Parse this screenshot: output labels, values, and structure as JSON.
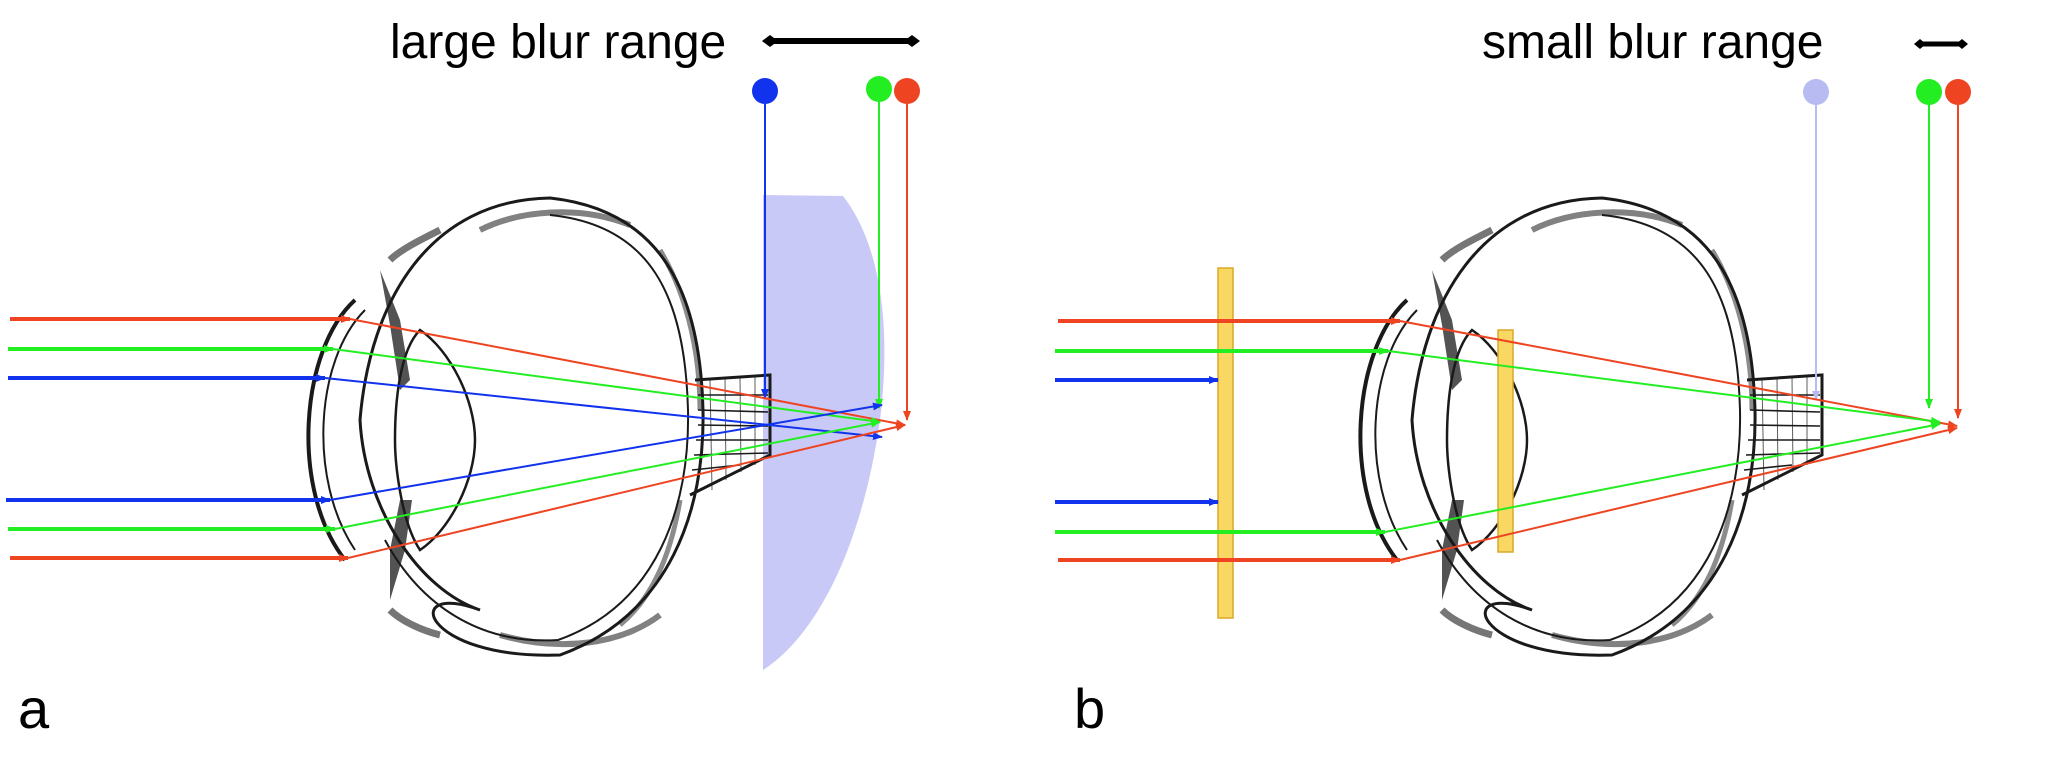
{
  "panels": [
    {
      "label": "a",
      "title": "large blur range"
    },
    {
      "label": "b",
      "title": "small blur range"
    }
  ],
  "colors": {
    "red": "#ee4422",
    "green": "#22ee22",
    "blue": "#1133ee",
    "faded_blue": "#b8baf2",
    "blur_region": "#c9c9f7",
    "filter": "#f8d762",
    "filter_edge": "#d9a92a",
    "eye_ink": "#1a1a1a"
  },
  "icons": [
    "blue-dot-marker",
    "green-dot-marker",
    "red-dot-marker",
    "double-arrow-icon"
  ]
}
